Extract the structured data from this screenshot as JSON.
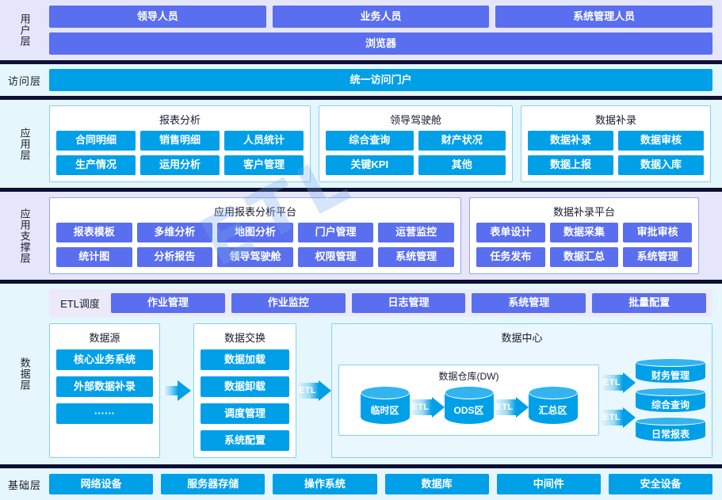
{
  "layers": {
    "user": {
      "label": "用户层",
      "roles": [
        "领导人员",
        "业务人员",
        "系统管理人员"
      ],
      "browser": "浏览器"
    },
    "access": {
      "label": "访问层",
      "portal": "统一访问门户"
    },
    "application": {
      "label": "应用层",
      "cards": [
        {
          "title": "报表分析",
          "items": [
            "合同明细",
            "销售明细",
            "人员统计",
            "生产情况",
            "运用分析",
            "客户管理"
          ]
        },
        {
          "title": "领导驾驶舱",
          "items": [
            "综合查询",
            "财产状况",
            "关键KPI",
            "其他"
          ]
        },
        {
          "title": "数据补录",
          "items": [
            "数据补录",
            "数据审核",
            "数据上报",
            "数据入库"
          ]
        }
      ]
    },
    "support": {
      "label": "应用支撑层",
      "cards": [
        {
          "title": "应用报表分析平台",
          "items": [
            "报表模板",
            "多维分析",
            "地图分析",
            "门户管理",
            "运营监控",
            "统计图",
            "分析报告",
            "领导驾驶舱",
            "权限管理",
            "系统管理"
          ]
        },
        {
          "title": "数据补录平台",
          "items": [
            "表单设计",
            "数据采集",
            "审批审核",
            "任务发布",
            "数据汇总",
            "系统管理"
          ]
        }
      ]
    },
    "data": {
      "label": "数据层",
      "etl_schedule": {
        "label": "ETL调度",
        "items": [
          "作业管理",
          "作业监控",
          "日志管理",
          "系统管理",
          "批量配置"
        ]
      },
      "source": {
        "title": "数据源",
        "items": [
          "核心业务系统",
          "外部数据补录",
          "······"
        ]
      },
      "exchange": {
        "title": "数据交换",
        "items": [
          "数据加载",
          "数据卸载",
          "调度管理",
          "系统配置"
        ]
      },
      "center": {
        "title": "数据中心",
        "warehouse": {
          "title": "数据仓库(DW)",
          "zones": [
            "临时区",
            "ODS区",
            "汇总区"
          ]
        },
        "outputs": [
          "财务管理",
          "综合查询",
          "日常报表"
        ]
      },
      "etl_arrow_label": "ETL"
    },
    "infrastructure": {
      "label": "基础层",
      "items": [
        "网络设备",
        "服务器存储",
        "操作系统",
        "数据库",
        "中间件",
        "安全设备"
      ]
    }
  },
  "watermark": "ETL",
  "colors": {
    "purple": "#5a6ef0",
    "cyan": "#00a0e9",
    "band_purple": "#e6e6fa",
    "band_blue": "#e6f6fd",
    "separator": "#0d1033"
  }
}
